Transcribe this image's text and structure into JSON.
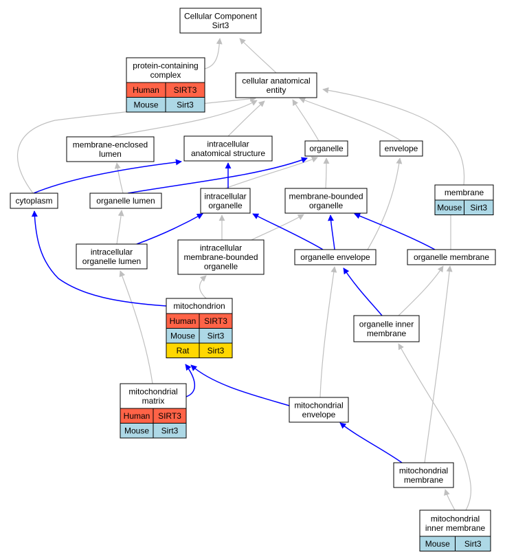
{
  "colors": {
    "human": "#ff6347",
    "mouse": "#add8e6",
    "rat": "#ffd700",
    "edge_isa": "#bfbfbf",
    "edge_partof": "#0000ff",
    "node_border": "#000000"
  },
  "nodes": {
    "root": {
      "lines": [
        "Cellular Component",
        "Sirt3"
      ]
    },
    "pcc": {
      "lines": [
        "protein-containing",
        "complex"
      ],
      "rows": [
        [
          "Human",
          "SIRT3"
        ],
        [
          "Mouse",
          "Sirt3"
        ]
      ]
    },
    "cae": {
      "lines": [
        "cellular anatomical",
        "entity"
      ]
    },
    "mel": {
      "lines": [
        "membrane-enclosed",
        "lumen"
      ]
    },
    "ias": {
      "lines": [
        "intracellular",
        "anatomical structure"
      ]
    },
    "org": {
      "lines": [
        "organelle"
      ]
    },
    "env": {
      "lines": [
        "envelope"
      ]
    },
    "cyt": {
      "lines": [
        "cytoplasm"
      ]
    },
    "orl": {
      "lines": [
        "organelle lumen"
      ]
    },
    "io": {
      "lines": [
        "intracellular",
        "organelle"
      ]
    },
    "mbo": {
      "lines": [
        "membrane-bounded",
        "organelle"
      ]
    },
    "mem": {
      "lines": [
        "membrane"
      ],
      "rows": [
        [
          "Mouse",
          "Sirt3"
        ]
      ]
    },
    "iol": {
      "lines": [
        "intracellular",
        "organelle lumen"
      ]
    },
    "imbo": {
      "lines": [
        "intracellular",
        "membrane-bounded",
        "organelle"
      ]
    },
    "oe": {
      "lines": [
        "organelle envelope"
      ]
    },
    "om": {
      "lines": [
        "organelle membrane"
      ]
    },
    "mito": {
      "lines": [
        "mitochondrion"
      ],
      "rows": [
        [
          "Human",
          "SIRT3"
        ],
        [
          "Mouse",
          "Sirt3"
        ],
        [
          "Rat",
          "Sirt3"
        ]
      ]
    },
    "oim": {
      "lines": [
        "organelle inner",
        "membrane"
      ]
    },
    "mm": {
      "lines": [
        "mitochondrial",
        "matrix"
      ],
      "rows": [
        [
          "Human",
          "SIRT3"
        ],
        [
          "Mouse",
          "Sirt3"
        ]
      ]
    },
    "me": {
      "lines": [
        "mitochondrial",
        "envelope"
      ]
    },
    "mmem": {
      "lines": [
        "mitochondrial",
        "membrane"
      ]
    },
    "mim": {
      "lines": [
        "mitochondrial",
        "inner membrane"
      ],
      "rows": [
        [
          "Mouse",
          "Sirt3"
        ]
      ]
    }
  }
}
